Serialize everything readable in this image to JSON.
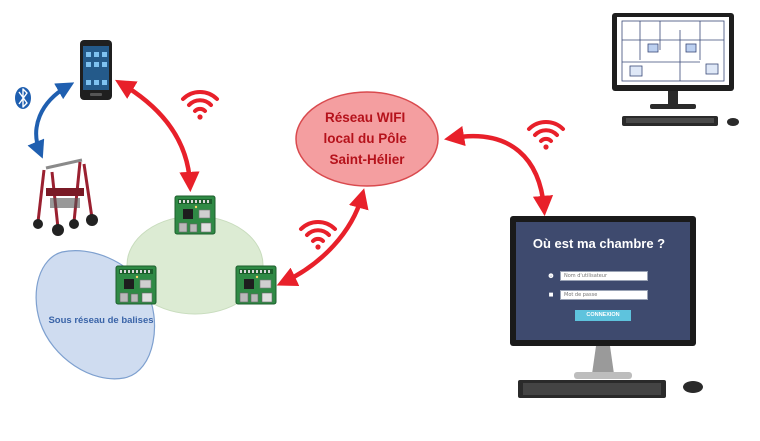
{
  "diagram": {
    "wifi_network_label": [
      "Réseau WIFI",
      "local du Pôle",
      "Saint-Hélier"
    ],
    "beacon_subnetwork_label": "Sous réseau de balises",
    "login_screen": {
      "title": "Où est ma chambre ?",
      "username_placeholder": "Nom d'utilisateur",
      "password_placeholder": "Mot de passe",
      "connect_label": "CONNEXION"
    },
    "colors": {
      "arrow_red": "#e8202a",
      "arrow_blue": "#1f5fb0",
      "wifi_cloud_fill": "#f49ea0",
      "wifi_cloud_stroke": "#d94a4e",
      "beacon_zone_blue": "#cfdcf0",
      "beacon_zone_green": "#dcebd3",
      "screen_navy": "#3e4a6e",
      "button_cyan": "#5ec3dd"
    },
    "icons": [
      "smartphone-icon",
      "bluetooth-icon",
      "walker-icon",
      "beacon-board-icon",
      "wifi-icon",
      "desktop-monitor-icon",
      "keyboard-icon",
      "mouse-icon",
      "floor-plan-icon"
    ]
  }
}
